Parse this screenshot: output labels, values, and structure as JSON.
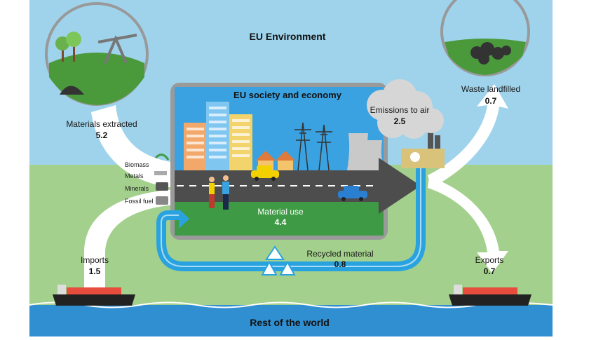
{
  "titles": {
    "environment": "EU Environment",
    "society": "EU society and economy",
    "rest_of_world": "Rest of the world"
  },
  "flows": {
    "materials_extracted": {
      "label": "Materials extracted",
      "value": "5.2"
    },
    "imports": {
      "label": "Imports",
      "value": "1.5"
    },
    "material_use": {
      "label": "Material use",
      "value": "4.4"
    },
    "emissions": {
      "label": "Emissions to air",
      "value": "2.5"
    },
    "waste": {
      "label": "Waste landfilled",
      "value": "0.7"
    },
    "exports": {
      "label": "Exports",
      "value": "0.7"
    },
    "recycled": {
      "label": "Recycled material",
      "value": "0.8"
    }
  },
  "material_types": [
    "Biomass",
    "Metals",
    "Minerals",
    "Fossil fuel"
  ],
  "colors": {
    "sky": "#9fd3ec",
    "land": "#9fcf8a",
    "sea": "#2f8fd1",
    "recycle_arrow": "#29a3e0",
    "road": "#4d4d4d",
    "box_border": "#9a9a9a"
  }
}
